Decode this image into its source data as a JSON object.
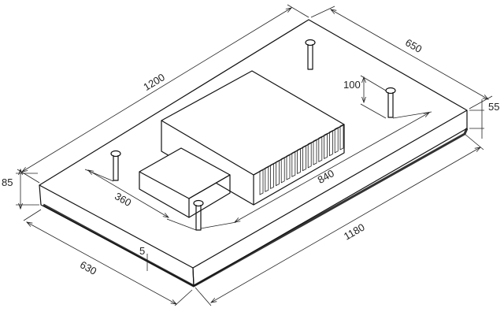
{
  "diagram": {
    "dimensions": {
      "length": "1200",
      "width": "650",
      "thickness": "55",
      "total_height": "85",
      "bolt_spacing_short": "100",
      "motor_length": "840",
      "box_length": "360",
      "cutout_length": "1180",
      "cutout_width": "630",
      "seal": "5"
    }
  }
}
